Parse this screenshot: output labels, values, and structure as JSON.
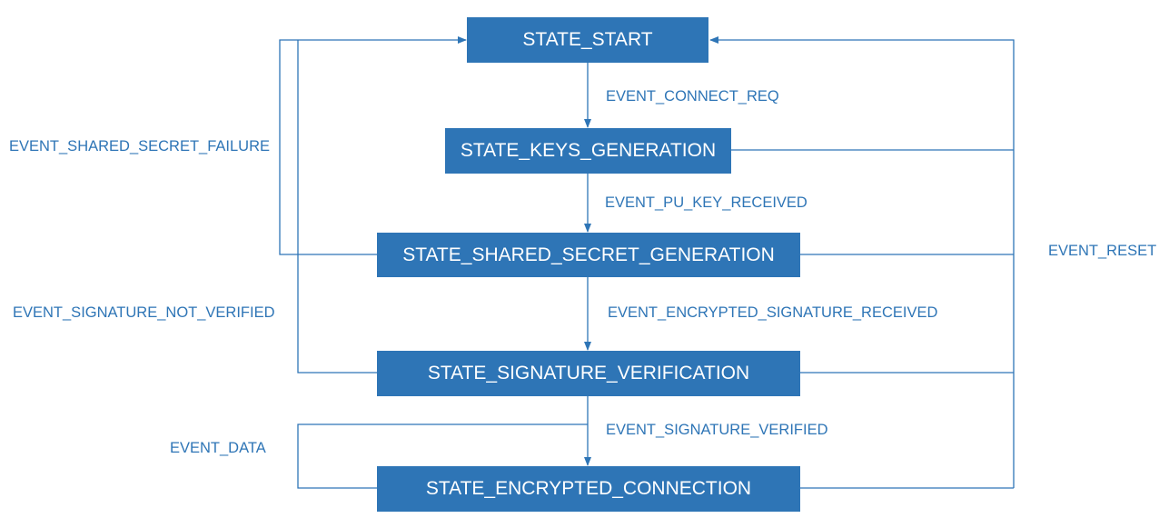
{
  "colors": {
    "state_fill": "#2e75b6",
    "state_text": "#ffffff",
    "connector": "#2e75b6",
    "event_text": "#2e75b6"
  },
  "states": {
    "start": "STATE_START",
    "keys_generation": "STATE_KEYS_GENERATION",
    "shared_secret_generation": "STATE_SHARED_SECRET_GENERATION",
    "signature_verification": "STATE_SIGNATURE_VERIFICATION",
    "encrypted_connection": "STATE_ENCRYPTED_CONNECTION"
  },
  "events": {
    "connect_req": "EVENT_CONNECT_REQ",
    "pu_key_received": "EVENT_PU_KEY_RECEIVED",
    "encrypted_signature_received": "EVENT_ENCRYPTED_SIGNATURE_RECEIVED",
    "signature_verified": "EVENT_SIGNATURE_VERIFIED",
    "shared_secret_failure": "EVENT_SHARED_SECRET_FAILURE",
    "signature_not_verified": "EVENT_SIGNATURE_NOT_VERIFIED",
    "data": "EVENT_DATA",
    "reset": "EVENT_RESET"
  }
}
